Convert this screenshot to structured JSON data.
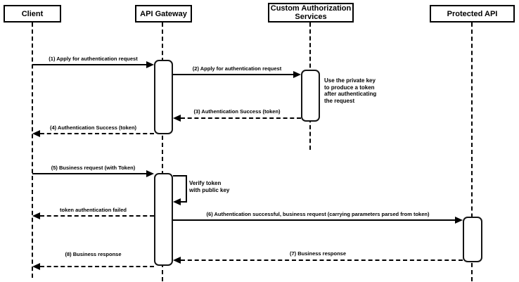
{
  "diagram_type": "sequence",
  "participants": [
    {
      "id": "client",
      "label": "Client"
    },
    {
      "id": "api_gateway",
      "label": "API Gateway"
    },
    {
      "id": "custom_auth",
      "label": "Custom Authorization Services"
    },
    {
      "id": "protected_api",
      "label": "Protected API"
    }
  ],
  "messages": [
    {
      "seq": "1",
      "label": "(1) Apply for authentication request",
      "from": "Client",
      "to": "API Gateway",
      "line": "solid"
    },
    {
      "seq": "2",
      "label": "(2) Apply for authentication request",
      "from": "API Gateway",
      "to": "Custom Authorization Services",
      "line": "solid"
    },
    {
      "seq": "3",
      "label": "(3) Authentication Success (token)",
      "from": "Custom Authorization Services",
      "to": "API Gateway",
      "line": "dashed"
    },
    {
      "seq": "4",
      "label": "(4) Authentication Success (token)",
      "from": "API Gateway",
      "to": "Client",
      "line": "dashed"
    },
    {
      "seq": "5",
      "label": "(5) Business request (with Token)",
      "from": "Client",
      "to": "API Gateway",
      "line": "solid"
    },
    {
      "seq": "self",
      "label": "Verify token\nwith public key",
      "from": "API Gateway",
      "to": "API Gateway",
      "line": "solid"
    },
    {
      "seq": "fail",
      "label": "token authentication failed",
      "from": "API Gateway",
      "to": "Client",
      "line": "dashed"
    },
    {
      "seq": "6",
      "label": "(6) Authentication successful, business request (carrying parameters parsed from token)",
      "from": "API Gateway",
      "to": "Protected API",
      "line": "solid"
    },
    {
      "seq": "7",
      "label": "(7) Business response",
      "from": "Protected API",
      "to": "API Gateway",
      "line": "dashed"
    },
    {
      "seq": "8",
      "label": "(8) Business response",
      "from": "API Gateway",
      "to": "Client",
      "line": "dashed"
    }
  ],
  "note": {
    "text": "Use the private key to produce a token after authenticating the request",
    "attached_to": "Custom Authorization Services"
  },
  "colors": {
    "stroke": "#000000",
    "fill": "#ffffff",
    "text": "#000000"
  }
}
